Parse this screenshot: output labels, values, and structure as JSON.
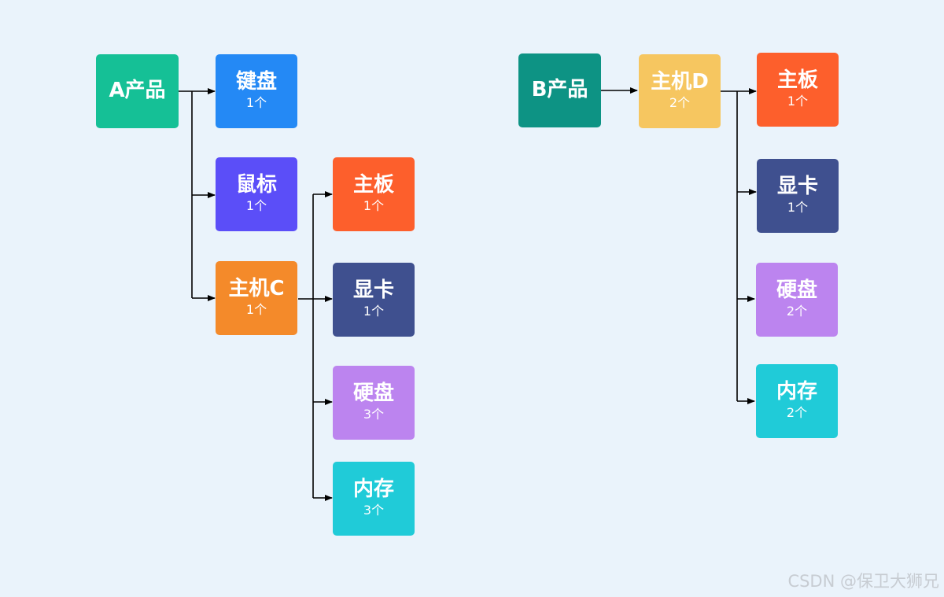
{
  "trees": [
    {
      "root": {
        "name": "A产品",
        "color": "#15c096"
      },
      "children": [
        {
          "name": "键盘",
          "qty": "1个",
          "color": "#2489f5"
        },
        {
          "name": "鼠标",
          "qty": "1个",
          "color": "#5b4ef8"
        },
        {
          "name": "主机C",
          "qty": "1个",
          "color": "#f48a2a",
          "children": [
            {
              "name": "主板",
              "qty": "1个",
              "color": "#fd5f2c"
            },
            {
              "name": "显卡",
              "qty": "1个",
              "color": "#3f508f"
            },
            {
              "name": "硬盘",
              "qty": "3个",
              "color": "#bc84ef"
            },
            {
              "name": "内存",
              "qty": "3个",
              "color": "#20cbd8"
            }
          ]
        }
      ]
    },
    {
      "root": {
        "name": "B产品",
        "color": "#0d9384"
      },
      "children": [
        {
          "name": "主机D",
          "qty": "2个",
          "color": "#f6c660",
          "children": [
            {
              "name": "主板",
              "qty": "1个",
              "color": "#fd5f2c"
            },
            {
              "name": "显卡",
              "qty": "1个",
              "color": "#3f508f"
            },
            {
              "name": "硬盘",
              "qty": "2个",
              "color": "#bc84ef"
            },
            {
              "name": "内存",
              "qty": "2个",
              "color": "#20cbd8"
            }
          ]
        }
      ]
    }
  ],
  "watermark": "CSDN @保卫大狮兄"
}
